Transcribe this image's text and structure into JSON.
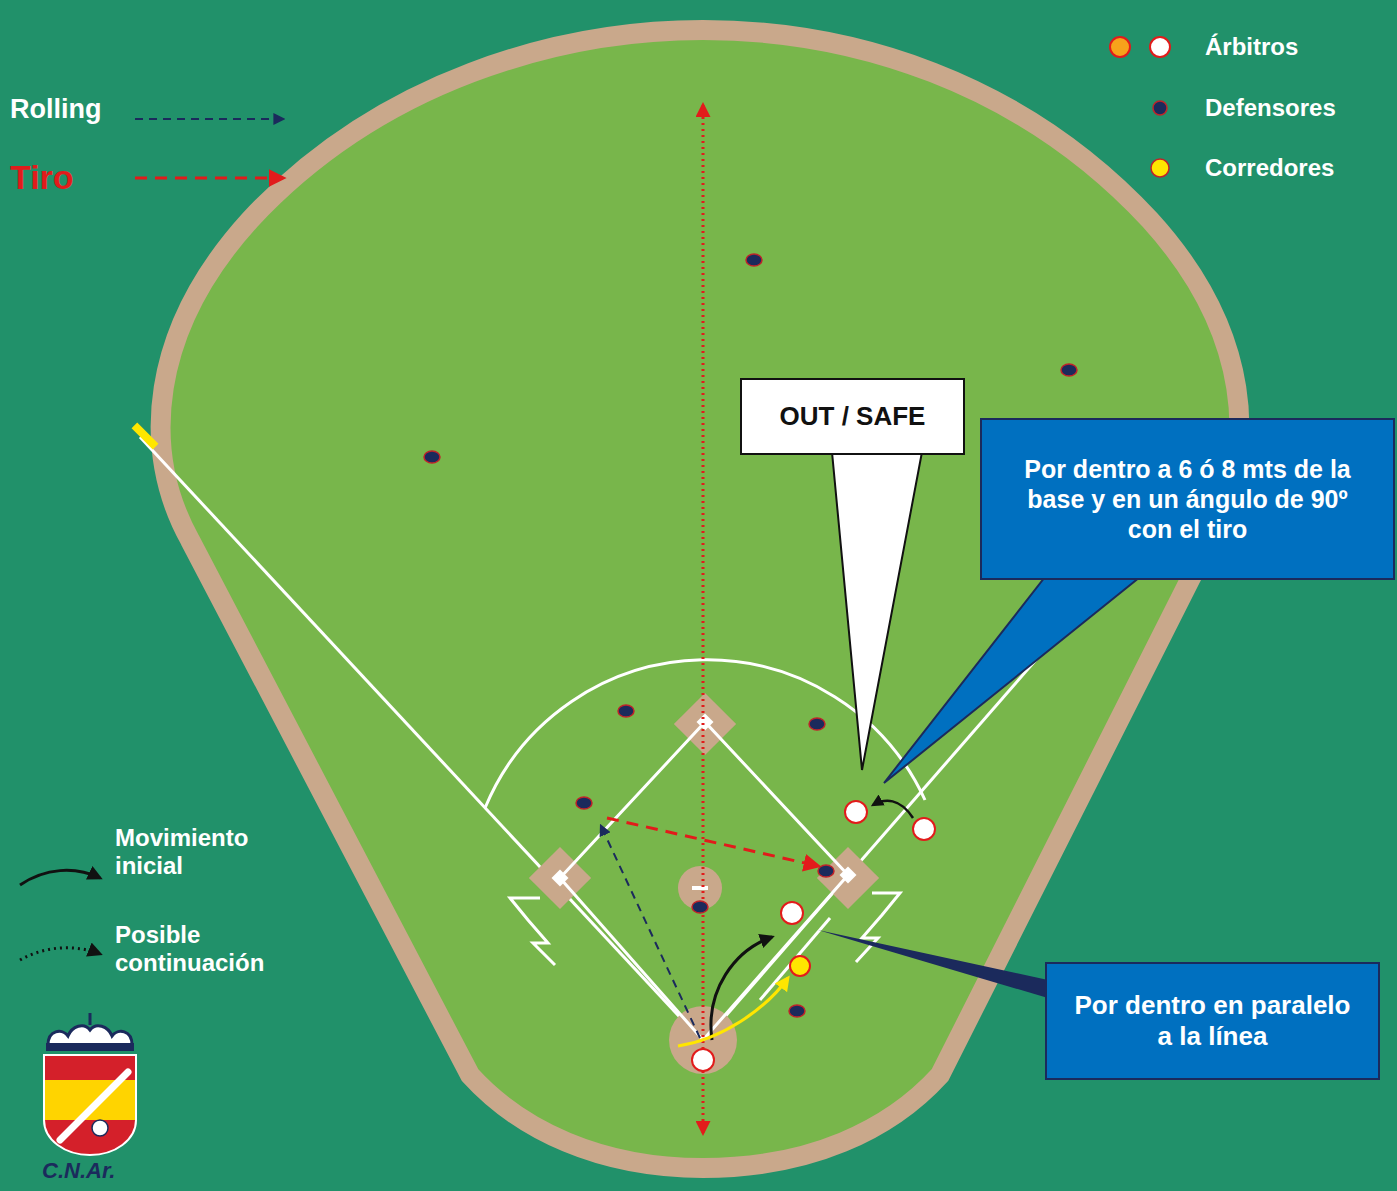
{
  "diagram": {
    "nodes": [
      {
        "text": [
          "OUT / SAFE"
        ]
      },
      {
        "text": [
          "Por dentro a 6 ó 8 mts de la base y en un ángulo de 90º con el tiro"
        ]
      },
      {
        "text": [
          "Por dentro en paralelo a la línea"
        ]
      }
    ],
    "labels": [
      "C.N.Ar."
    ],
    "legend": [
      {
        "text": "Árbitros"
      },
      {
        "text": "Defensores",
        "color": "#1b2a5c"
      },
      {
        "text": "Corredores",
        "color": "#ffe600"
      },
      {
        "text": "Rolling"
      },
      {
        "text": "Tiro"
      },
      {
        "text": "Movimiento inicial"
      },
      {
        "text": "Posible continuación"
      }
    ]
  }
}
